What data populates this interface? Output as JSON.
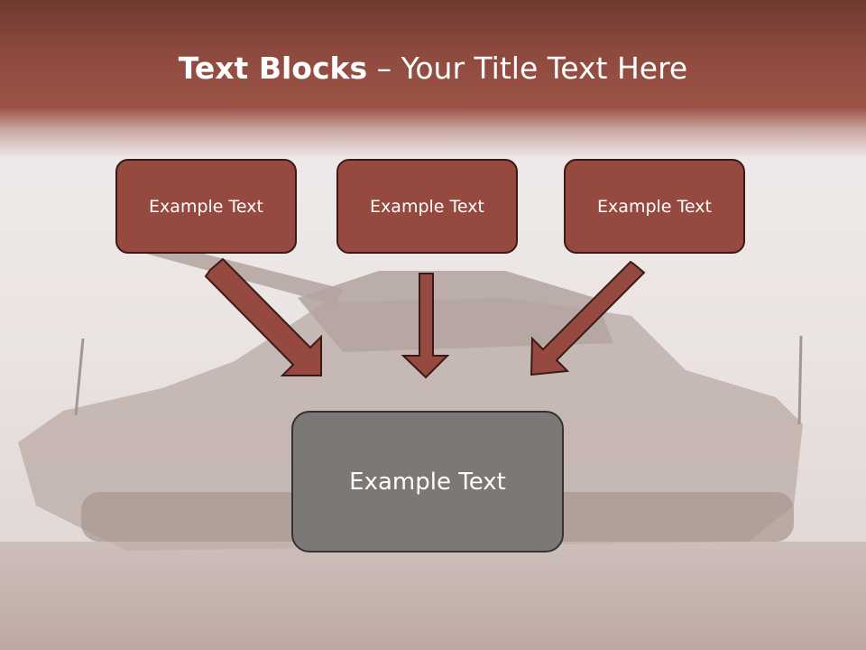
{
  "slide": {
    "title_bold": "Text Blocks",
    "title_rest": " – Your Title Text Here",
    "blocks": [
      {
        "label": "Example Text"
      },
      {
        "label": "Example Text"
      },
      {
        "label": "Example Text"
      }
    ],
    "main_block": {
      "label": "Example Text"
    }
  },
  "colors": {
    "header": "#8f4a3f",
    "block_fill": "#96493f",
    "block_border": "#3a1a16",
    "main_block_fill": "#7b7876",
    "arrow_fill": "#96493f",
    "text": "#ffffff"
  }
}
